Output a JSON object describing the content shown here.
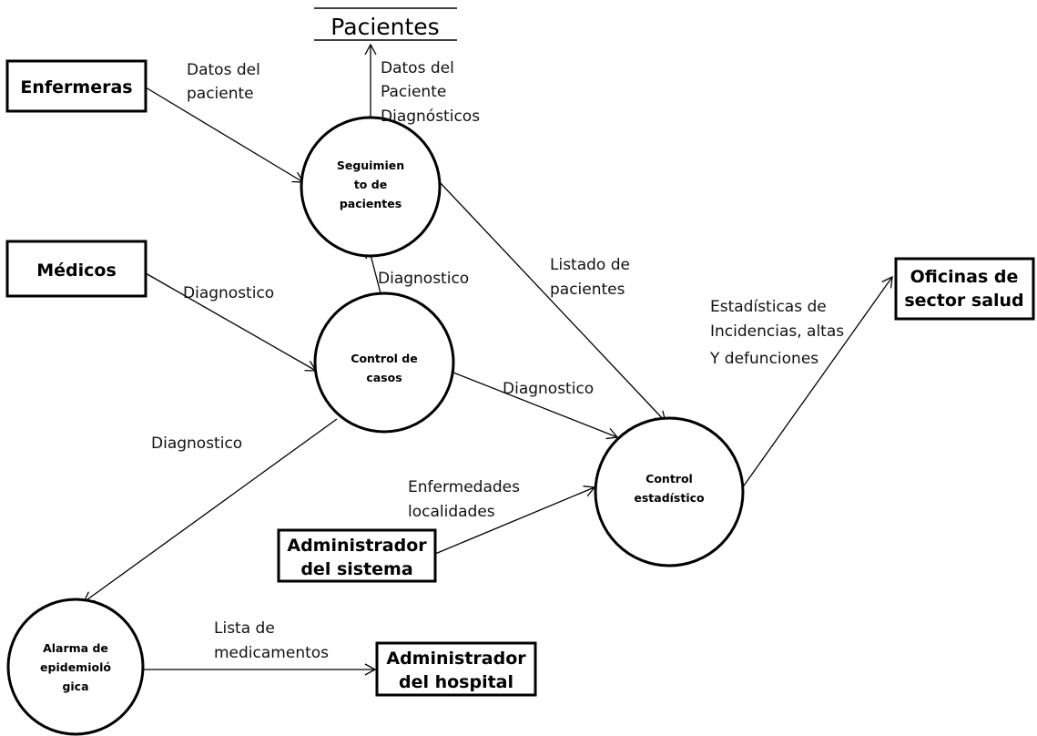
{
  "data_store": {
    "label": "Pacientes"
  },
  "entities": {
    "enfermeras": [
      "Enfermeras"
    ],
    "medicos": [
      "Médicos"
    ],
    "oficinas": [
      "Oficinas de",
      "sector salud"
    ],
    "admin_sistema": [
      "Administrador",
      "del sistema"
    ],
    "admin_hospital": [
      "Administrador",
      "del hospital"
    ]
  },
  "processes": {
    "seguimiento": [
      "Seguimien",
      "to de",
      "pacientes"
    ],
    "control_casos": [
      "Control de",
      "casos"
    ],
    "control_estadistico": [
      "Control",
      "estadístico"
    ],
    "alarma": [
      "Alarma de",
      "epidemioló",
      "gica"
    ]
  },
  "flows": {
    "enfermeras_seguimiento": [
      "Datos del",
      "paciente"
    ],
    "seguimiento_pacientes": [
      "Datos del",
      "Paciente",
      "Diagnósticos"
    ],
    "seguimiento_estadistico": [
      "Listado de",
      "pacientes"
    ],
    "casos_seguimiento": [
      "Diagnostico"
    ],
    "medicos_casos": [
      "Diagnostico"
    ],
    "casos_estadistico": [
      "Diagnostico"
    ],
    "casos_alarma": [
      "Diagnostico"
    ],
    "admin_estadistico": [
      "Enfermedades",
      "localidades"
    ],
    "estadistico_oficinas": [
      "Estadísticas de",
      "Incidencias, altas",
      "Y defunciones"
    ],
    "alarma_hospital": [
      "Lista de",
      "medicamentos"
    ]
  }
}
